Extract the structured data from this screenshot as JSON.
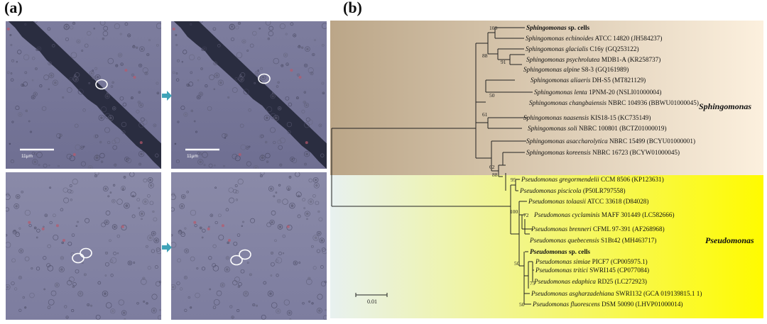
{
  "panel_a": {
    "label": "(a)",
    "scale_bar_text": "11μm",
    "images": [
      {
        "id": "top-left",
        "has_crack": true,
        "has_scale": true,
        "circles": [
          [
            135,
            89
          ]
        ]
      },
      {
        "id": "top-right",
        "has_crack": true,
        "has_scale": true,
        "circles": [
          [
            131,
            81
          ]
        ]
      },
      {
        "id": "bottom-left",
        "has_crack": false,
        "has_scale": false,
        "circles": [
          [
            102,
            121
          ],
          [
            113,
            114
          ]
        ]
      },
      {
        "id": "bottom-right",
        "has_crack": false,
        "has_scale": false,
        "circles": [
          [
            92,
            124
          ],
          [
            104,
            116
          ]
        ]
      }
    ]
  },
  "panel_b": {
    "label": "(b)",
    "scale_bar": "0.01",
    "colors": {
      "sphingo_start": "#bba688",
      "sphingo_end": "#fcf0de",
      "pseudo_start": "#e8f1f0",
      "pseudo_end": "#fffb00"
    },
    "clades": [
      {
        "name": "Sphingomonas",
        "taxa": [
          {
            "genus": "Sphingomonas",
            "rest": " sp. cells",
            "bold": true
          },
          {
            "genus": "Sphingomonas echinoides",
            "rest": " ATCC 14820 (JH584237)"
          },
          {
            "genus": "Sphingomonas glacialis",
            "rest": " C16y (GQ253122)"
          },
          {
            "genus": "Sphingomonas psychrolutea",
            "rest": " MDB1-A (KR258737)"
          },
          {
            "genus": "Sphingomonas alpine",
            "rest": " S8-3 (GQ161989)"
          },
          {
            "genus": "Sphingomonas aliaeris",
            "rest": " DH-S5 (MT821129)"
          },
          {
            "genus": "Sphingomonas lenta",
            "rest": " 1PNM-20 (NSLI01000004)"
          },
          {
            "genus": "Sphingomonas changbaiensis",
            "rest": " NBRC 104936 (BBWU01000045)"
          },
          {
            "genus": "Sphingomonas naasensis",
            "rest": " KIS18-15 (KC735149)"
          },
          {
            "genus": "Sphingomonas soli",
            "rest": " NBRC 100801 (BCTZ01000019)"
          },
          {
            "genus": "Sphingomonas asaccharolytica",
            "rest": " NBRC 15499 (BCYU01000001)"
          },
          {
            "genus": "Sphingomonas koreensis",
            "rest": " NBRC 16723 (BCYW01000045)"
          }
        ]
      },
      {
        "name": "Pseudomonas",
        "taxa": [
          {
            "genus": "Pseudomonas gregormendelii",
            "rest": " CCM 8506 (KP123631)"
          },
          {
            "genus": "Pseudomonas piscicola",
            "rest": " (P50LR797558)"
          },
          {
            "genus": "Pseudomonas tolaasii",
            "rest": " ATCC 33618 (D84028)"
          },
          {
            "genus": "Pseudomonas cyclaminis",
            "rest": " MAFF 301449 (LC582666)"
          },
          {
            "genus": "Pseudomonas brenneri",
            "rest": " CFML 97-391 (AF268968)"
          },
          {
            "genus": "Pseudomonas quebecensis",
            "rest": " S1Bt42 (MH463717)"
          },
          {
            "genus": "Pseudomonas",
            "rest": " sp. cells",
            "bold": true
          },
          {
            "genus": "Pseudomonas simiae",
            "rest": " PICF7 (CP005975.1)"
          },
          {
            "genus": "Pseudomonas tritici",
            "rest": " SWRI145 (CP077084)"
          },
          {
            "genus": "Pseudomonas edaphica",
            "rest": " RD25 (LC272923)"
          },
          {
            "genus": "Pseudomonas asgharzadehiana",
            "rest": " SWRI132 (GCA 019139815.1 1)"
          },
          {
            "genus": "Pseudomonas fluorescens",
            "rest": " DSM 50090 (LHVP01000014)"
          }
        ]
      }
    ],
    "bootstrap": [
      "100",
      "88",
      "91",
      "50",
      "61",
      "62",
      "88",
      "95",
      "100",
      "72",
      "50",
      "75",
      "50"
    ]
  }
}
